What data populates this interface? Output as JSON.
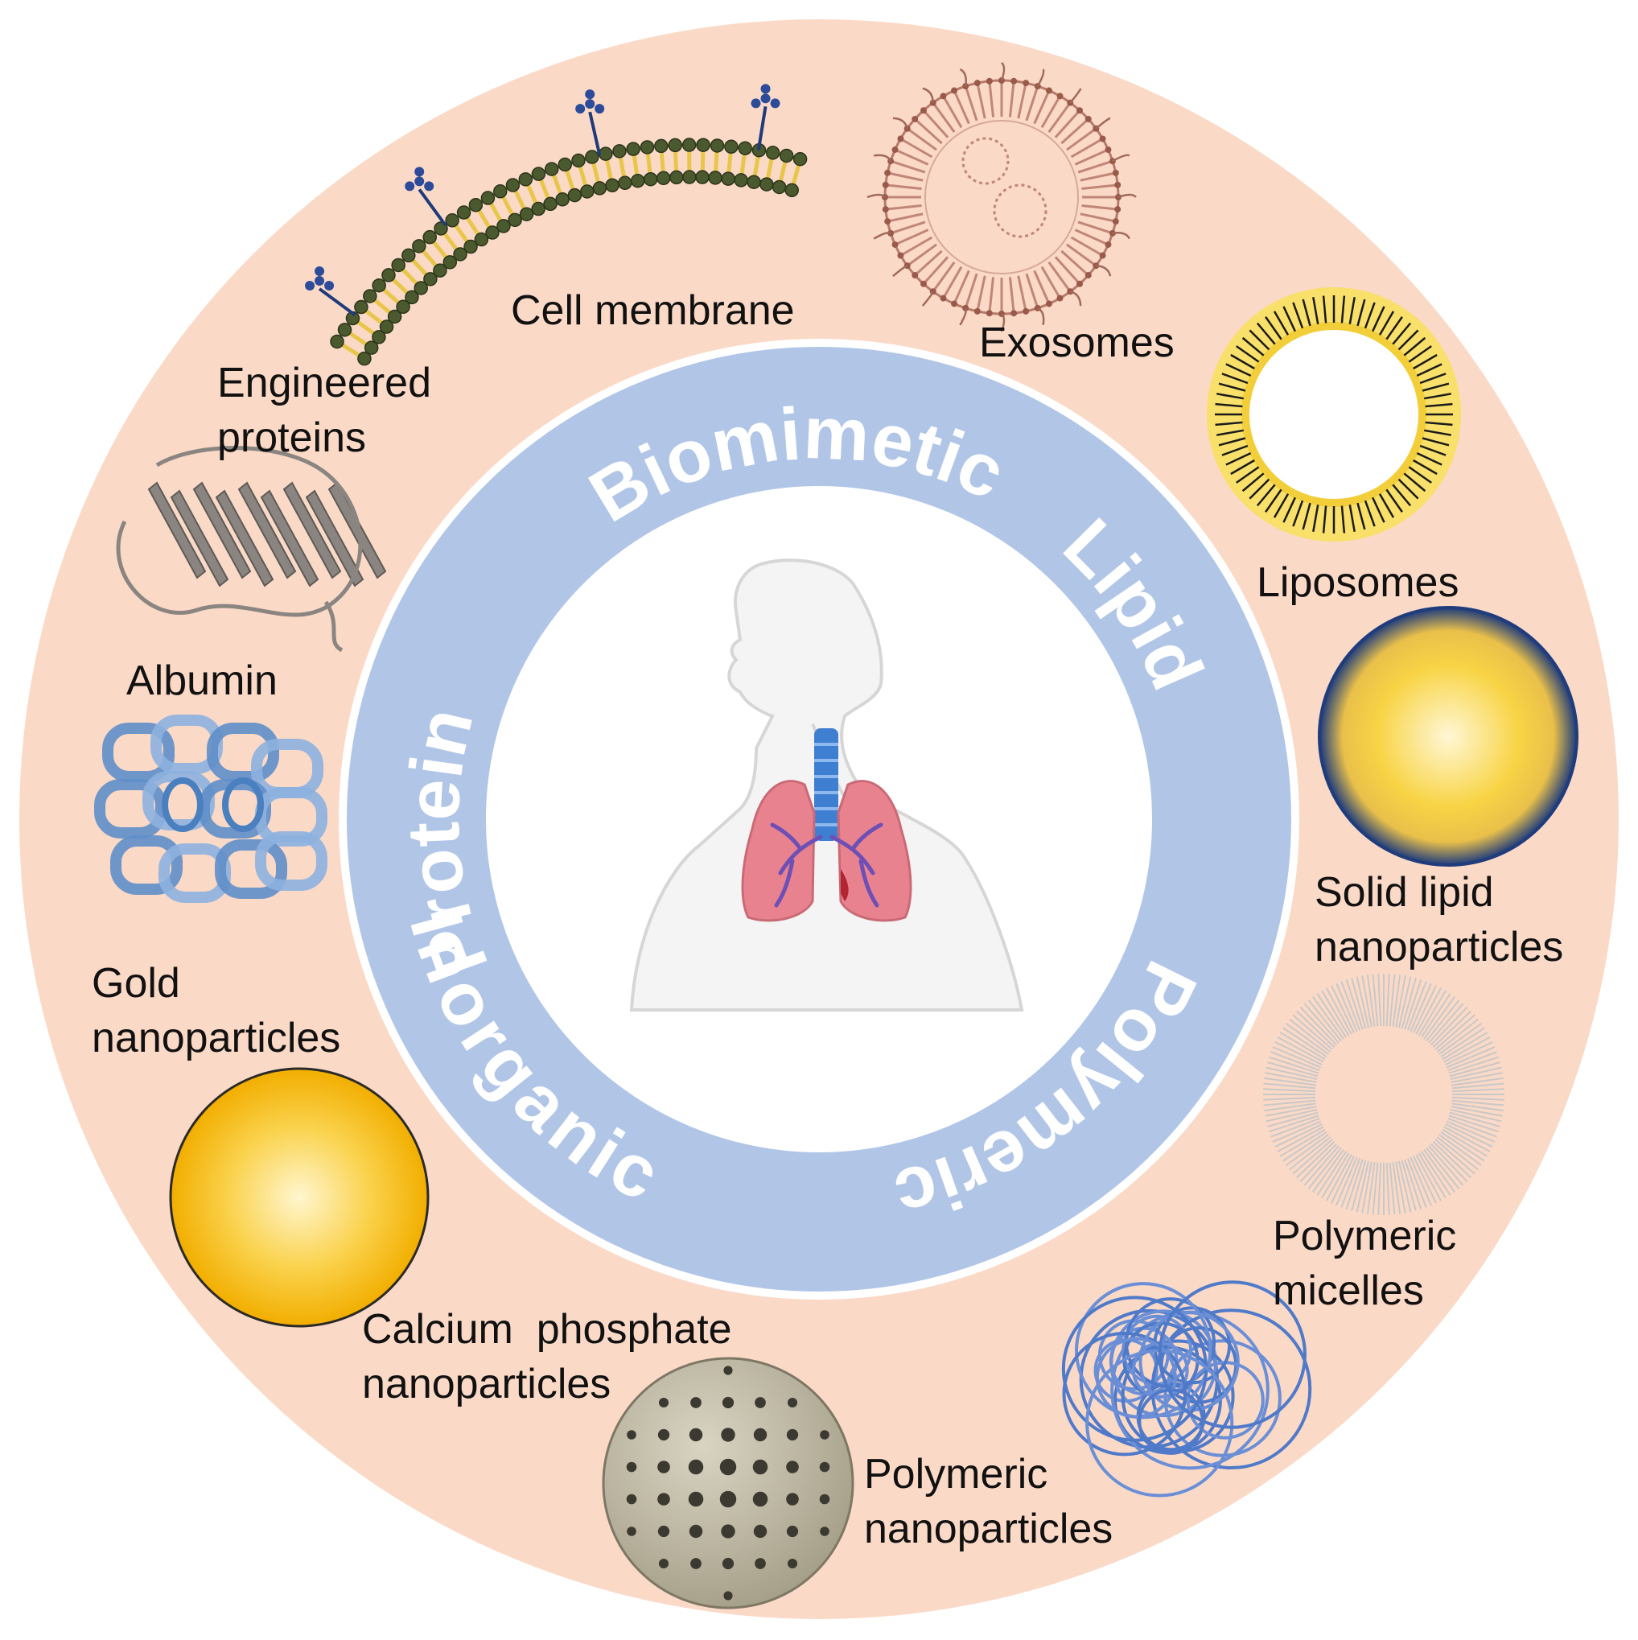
{
  "colors": {
    "outer_ring": "#fbd9c7",
    "inner_ring": "#b1c6e7",
    "center": "#ffffff",
    "lung": "#e9828f",
    "trachea": "#3e7fd1",
    "gold": "#f5b800",
    "lipid_yellow": "#f6d24a",
    "sln_edge": "#243f7a",
    "calcium_phosphate": "#b7b19c",
    "polymer_blue": "#4f7ac9",
    "exosome": "#c08676",
    "micelle_grey": "#c8c8c8",
    "albumin_blue": "#9fc0e4",
    "protein_grey": "#8a8580"
  },
  "categories": {
    "biomimetic": "Biomimetic",
    "lipid": "Lipid",
    "polymeric": "Polymeric",
    "inorganic": "Inorganic",
    "protein": "Protein"
  },
  "center_icon": "human-torso-with-lungs-icon",
  "carriers": {
    "cell_membrane": {
      "lines": [
        "Cell membrane"
      ],
      "icon": "cell-membrane-icon"
    },
    "exosomes": {
      "lines": [
        "Exosomes"
      ],
      "icon": "exosome-icon"
    },
    "liposomes": {
      "lines": [
        "Liposomes"
      ],
      "icon": "liposome-icon"
    },
    "solid_lipid": {
      "lines": [
        "Solid lipid",
        "nanoparticles"
      ],
      "icon": "solid-lipid-nanoparticle-icon"
    },
    "polymeric_micelles": {
      "lines": [
        "Polymeric",
        "micelles"
      ],
      "icon": "polymeric-micelle-icon"
    },
    "polymeric_nanoparticles": {
      "lines": [
        "Polymeric",
        "nanoparticles"
      ],
      "icon": "polymeric-nanoparticle-icon"
    },
    "calcium_phosphate": {
      "lines": [
        "Calcium  phosphate",
        "nanoparticles"
      ],
      "icon": "calcium-phosphate-nanoparticle-icon"
    },
    "gold": {
      "lines": [
        "Gold",
        "nanoparticles"
      ],
      "icon": "gold-nanoparticle-icon"
    },
    "albumin": {
      "lines": [
        "Albumin"
      ],
      "icon": "albumin-icon"
    },
    "engineered_proteins": {
      "lines": [
        "Engineered",
        "proteins"
      ],
      "icon": "engineered-protein-icon"
    }
  }
}
